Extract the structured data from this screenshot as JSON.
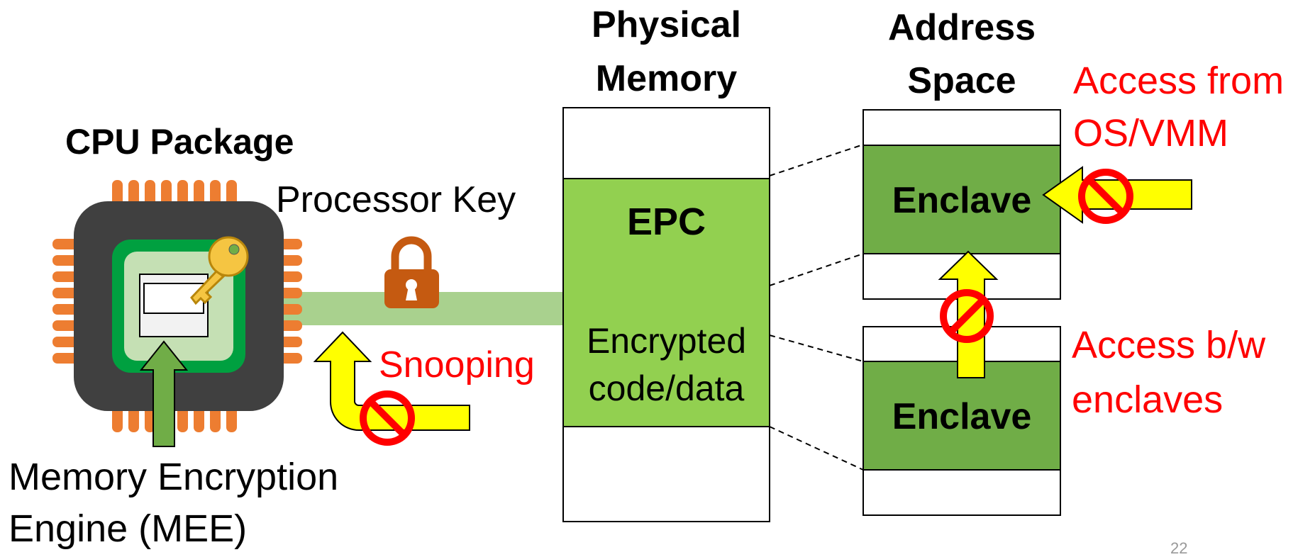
{
  "cpu": {
    "title": "CPU Package",
    "processor_key_label": "Processor Key",
    "mee_label_line1": "Memory Encryption",
    "mee_label_line2": "Engine (MEE)"
  },
  "threats": {
    "snooping": "Snooping",
    "os_access_line1": "Access from",
    "os_access_line2": "OS/VMM",
    "enclave_access_line1": "Access b/w",
    "enclave_access_line2": "enclaves"
  },
  "physical_memory": {
    "title_line1": "Physical",
    "title_line2": "Memory",
    "epc_label": "EPC",
    "encrypted_line1": "Encrypted",
    "encrypted_line2": "code/data"
  },
  "address_space": {
    "title_line1": "Address",
    "title_line2": "Space",
    "enclave_label": "Enclave"
  },
  "slide_number": "22",
  "colors": {
    "epc_green": "#92d050",
    "enclave_green": "#70ad47",
    "bus_green": "#a9d18e",
    "arrow_yellow": "#ffff00",
    "threat_red": "#ff0000",
    "chip_orange": "#ed7d31",
    "chip_body": "#404040",
    "lock_brown": "#c55a11"
  }
}
